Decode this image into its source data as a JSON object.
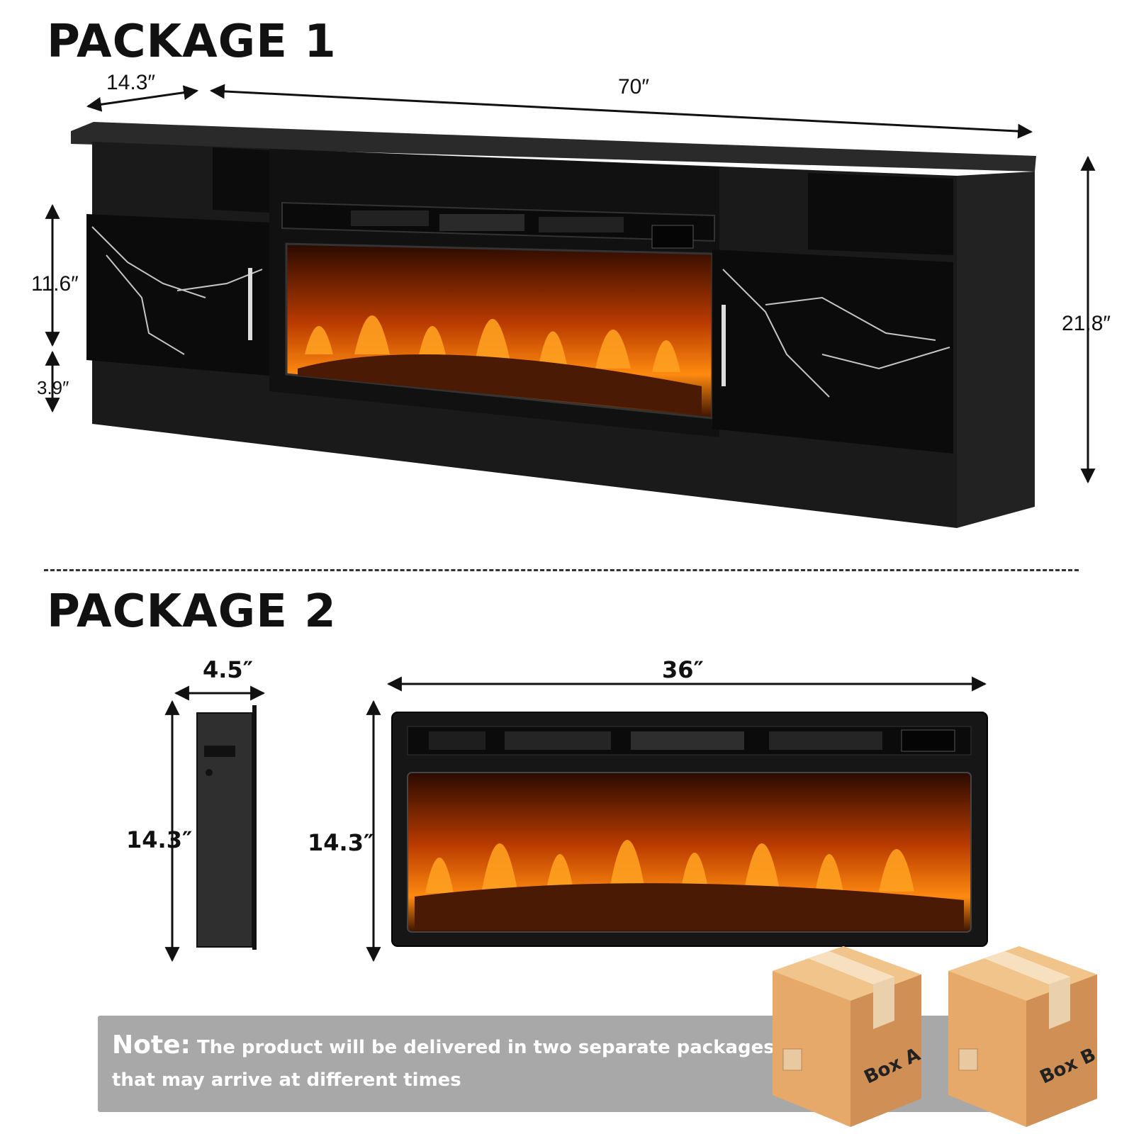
{
  "package1": {
    "title": "PACKAGE 1",
    "dims": {
      "depth": "14.3″",
      "width": "70″",
      "door_height": "11.6″",
      "base_height": "3.9″",
      "total_height": "21.8″"
    }
  },
  "package2": {
    "title": "PACKAGE 2",
    "dims": {
      "depth": "4.5″",
      "side_height": "14.3″",
      "width": "36″",
      "front_height": "14.3″"
    }
  },
  "note": {
    "label": "Note:",
    "text_line1": " The product will be delivered in two separate packages",
    "text_line2": "that may arrive at different times"
  },
  "boxes": [
    {
      "label": "Box A"
    },
    {
      "label": "Box B"
    }
  ],
  "colors": {
    "cabinet": "#1c1c1c",
    "flame": "#ff7a00",
    "note_bg": "#a8a8a8",
    "box": "#e0a868"
  }
}
